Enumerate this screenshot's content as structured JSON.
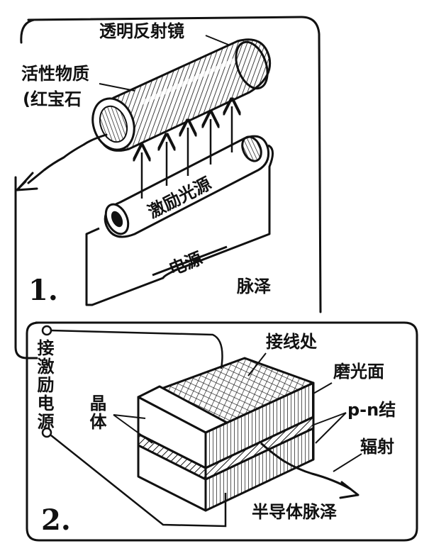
{
  "panel1": {
    "number": "1.",
    "labels": {
      "mirror": "透明反射镜",
      "medium": "活性物质",
      "medium_note": "(红宝石",
      "pump": "激励光源",
      "power": "电源",
      "caption": "脉泽"
    }
  },
  "panel2": {
    "number": "2.",
    "labels": {
      "power": "接激励电源",
      "contact": "接线处",
      "polished": "磨光面",
      "pn": "p-n结",
      "crystal": "晶体",
      "radiation": "辐射",
      "caption": "半导体脉泽"
    }
  },
  "colors": {
    "ink": "#111111",
    "paper": "#ffffff"
  }
}
